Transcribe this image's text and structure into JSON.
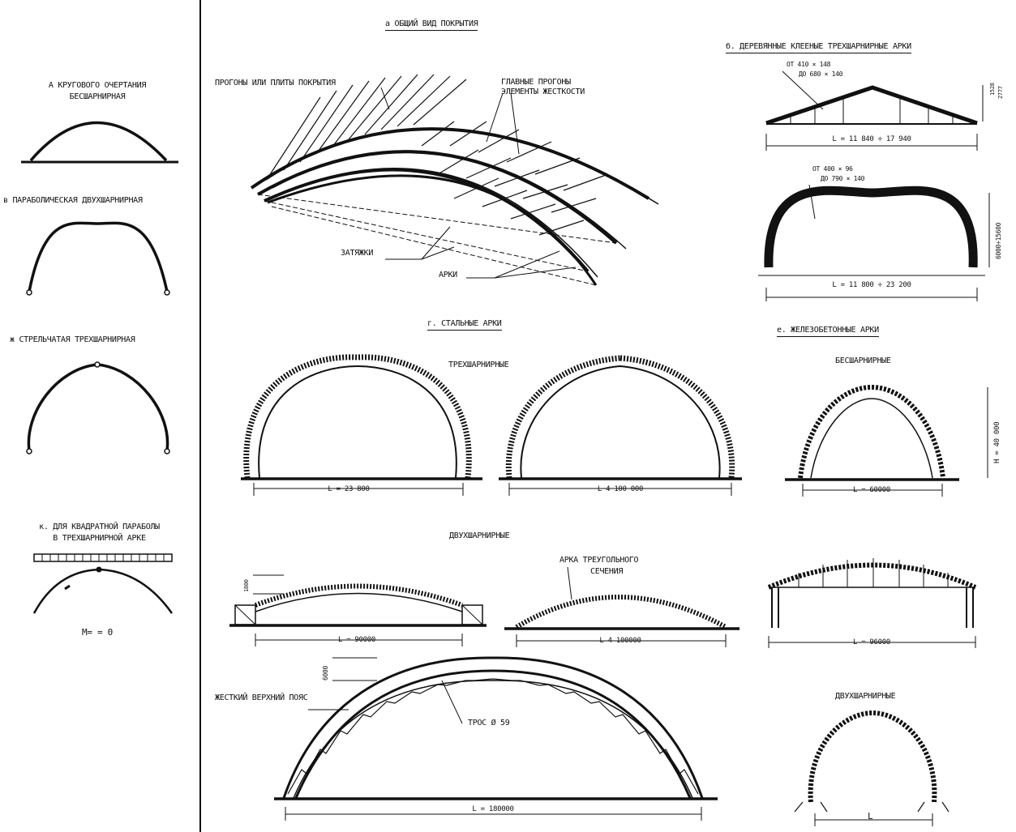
{
  "left": {
    "a": {
      "label_1": "А  КРУГОВОГО ОЧЕРТАНИЯ",
      "label_2": "БЕСШАРНИРНАЯ"
    },
    "v": {
      "label": "в  ПАРАБОЛИЧЕСКАЯ ДВУХШАРНИРНАЯ"
    },
    "zh": {
      "label": "ж  СТРЕЛЬЧАТАЯ ТРЕХШАРНИРНАЯ"
    },
    "k": {
      "label_1": "к.  ДЛЯ КВАДРАТНОЙ ПАРАБОЛЫ",
      "label_2": "В ТРЕХШАРНИРНОЙ АРКЕ",
      "moment": "M=  = 0"
    }
  },
  "section_a": {
    "title": "а   ОБЩИЙ ВИД ПОКРЫТИЯ",
    "purlins": "ПРОГОНЫ ИЛИ ПЛИТЫ ПОКРЫТИЯ",
    "main_purlins_1": "ГЛАВНЫЕ ПРОГОНЫ",
    "main_purlins_2": "ЭЛЕМЕНТЫ ЖЕСТКОСТИ",
    "ties": "ЗАТЯЖКИ",
    "arches": "АРКИ"
  },
  "section_b": {
    "title": "б.   ДЕРЕВЯННЫЕ КЛЕЕНЫЕ ТРЕХШАРНИРНЫЕ АРКИ",
    "sect1_a": "ОТ  410 × 148",
    "sect1_b": "ДО  680 × 140",
    "height1": "1528",
    "height1b": "2777",
    "span1": "L = 11 840 ÷ 17 940",
    "sect2_a": "ОТ  400 × 96",
    "sect2_b": "ДО  790 × 140",
    "height2": "6000÷15600",
    "span2": "L = 11 800 ÷ 23 200"
  },
  "section_g": {
    "title": "г.   СТАЛЬНЫЕ АРКИ",
    "three_hinged": "ТРЕХШАРНИРНЫЕ",
    "span_a": "L = 23 800",
    "span_b": "L 4 100 000",
    "two_hinged": "ДВУХШАРНИРНЫЕ",
    "dim_small": "1800",
    "span_c": "L = 90000",
    "triangle_1": "АРКА ТРЕУГОЛЬНОГО",
    "triangle_2": "СЕЧЕНИЯ",
    "span_d": "L 4 100000",
    "dim_big": "6000",
    "rigid_chord": "ЖЕСТКИЙ ВЕРХНИЙ ПОЯС",
    "cable": "ТРОС  Ø 59",
    "span_e": "L = 180000"
  },
  "section_e": {
    "title": "е.   ЖЕЛЕЗОБЕТОННЫЕ АРКИ",
    "fixed": "БЕСШАРНИРНЫЕ",
    "height": "H = 40 000",
    "span_a": "L = 60000",
    "span_b": "L = 96000",
    "two_hinged": "ДВУХШАРНИРНЫЕ",
    "span_c": "L"
  }
}
